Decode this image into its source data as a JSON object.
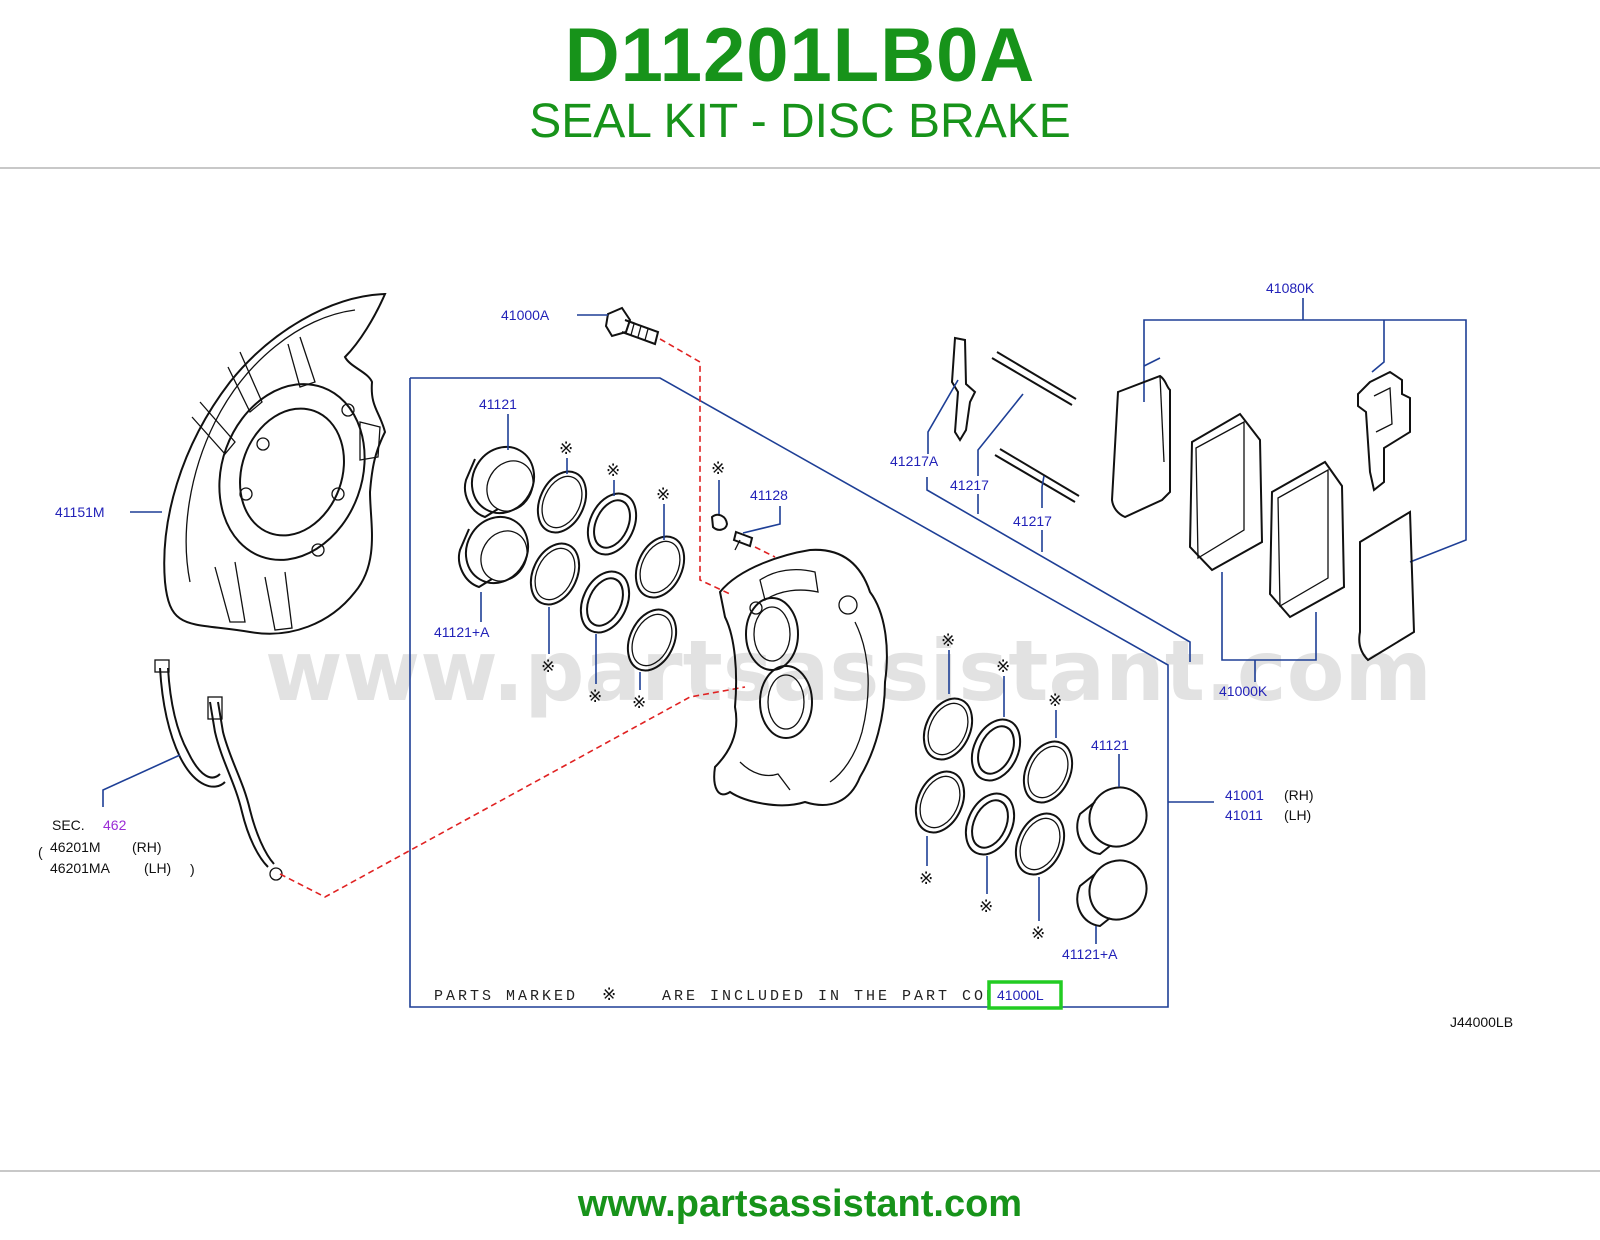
{
  "header": {
    "part_number": "D11201LB0A",
    "title": "SEAL KIT - DISC BRAKE"
  },
  "diagram": {
    "watermark": "www.partsassistant.com",
    "callouts": {
      "shield": "41151M",
      "bolt": "41000A",
      "piston_top": "41121",
      "piston_top_a": "41121+A",
      "bleeder": "41128",
      "pad_kit": "41080K",
      "spring_a": "41217A",
      "pin_1": "41217",
      "pin_2": "41217",
      "pad_set": "41000K",
      "caliper_rh_num": "41001",
      "caliper_rh_side": "(RH)",
      "caliper_lh_num": "41011",
      "caliper_lh_side": "(LH)",
      "piston_bottom": "41121",
      "piston_bottom_a": "41121+A",
      "hose_sec": "SEC.",
      "hose_sec_num": "462",
      "hose_rh_num": "46201M",
      "hose_rh_side": "(RH)",
      "hose_lh_num": "46201MA",
      "hose_lh_side": "(LH)"
    },
    "mark_symbol": "※",
    "note": {
      "prefix": "PARTS  MARKED",
      "suffix": "ARE  INCLUDED  IN  THE  PART  CODE",
      "highlighted_code": "41000L"
    },
    "figure_code": "J44000LB"
  },
  "footer": {
    "url": "www.partsassistant.com"
  }
}
